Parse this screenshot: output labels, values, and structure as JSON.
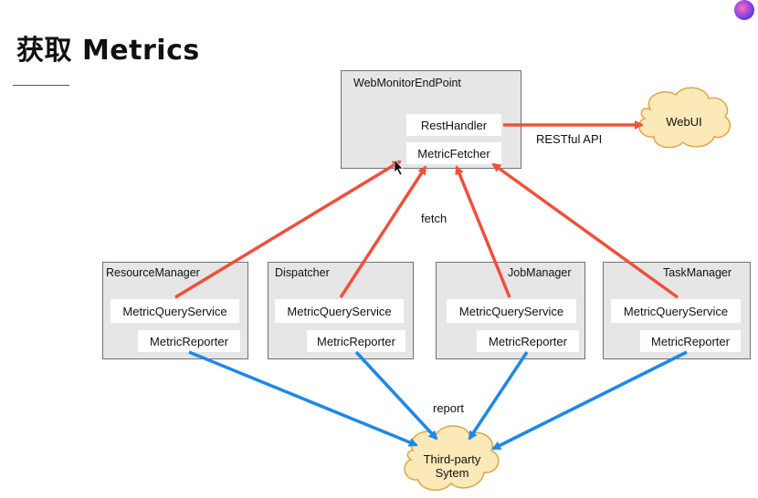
{
  "title": "获取 Metrics",
  "web_monitor": {
    "label": "WebMonitorEndPoint",
    "rest_handler": "RestHandler",
    "metric_fetcher": "MetricFetcher"
  },
  "webui": "WebUI",
  "restful_api": "RESTful API",
  "fetch": "fetch",
  "report": "report",
  "third_party": {
    "line1": "Third-party",
    "line2": "Sytem"
  },
  "components": [
    {
      "label": "ResourceManager",
      "query": "MetricQueryService",
      "reporter": "MetricReporter"
    },
    {
      "label": "Dispatcher",
      "query": "MetricQueryService",
      "reporter": "MetricReporter"
    },
    {
      "label": "JobManager",
      "query": "MetricQueryService",
      "reporter": "MetricReporter"
    },
    {
      "label": "TaskManager",
      "query": "MetricQueryService",
      "reporter": "MetricReporter"
    }
  ],
  "colors": {
    "fetch_arrow": "#f0503a",
    "report_arrow": "#1f88e8",
    "cloud_fill": "#fce9b8",
    "cloud_stroke": "#e0a545"
  }
}
